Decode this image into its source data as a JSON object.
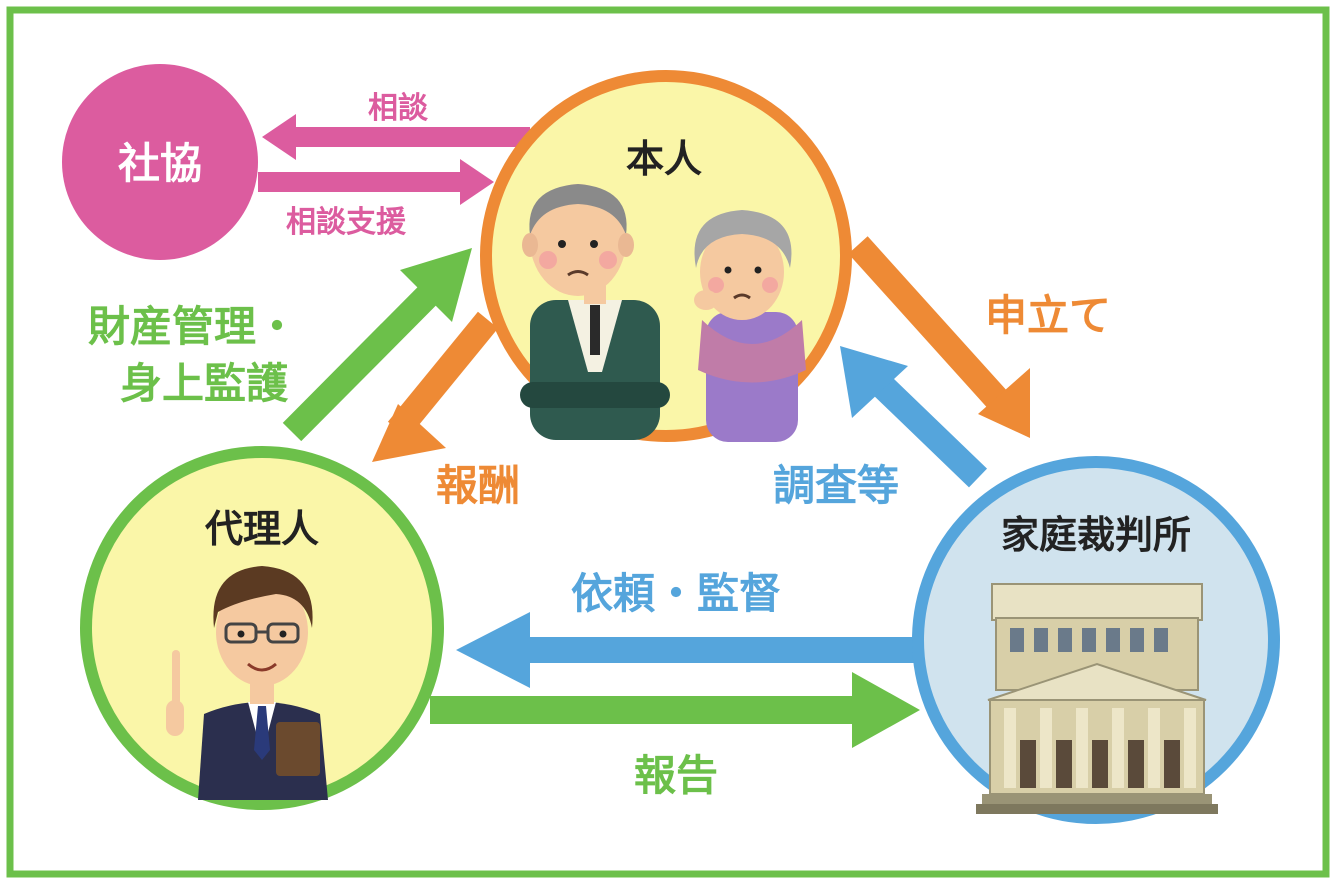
{
  "nodes": {
    "shakyo": "社協",
    "honnin": "本人",
    "dairinin": "代理人",
    "court": "家庭裁判所"
  },
  "edges": {
    "soudan": "相談",
    "soudan_shien": "相談支援",
    "zaisan_line1": "財産管理・",
    "zaisan_line2": "身上監護",
    "moushitate": "申立て",
    "houshu": "報酬",
    "chousa": "調査等",
    "irai": "依頼・監督",
    "houkoku": "報告"
  },
  "colors": {
    "frame": "#6cc04a",
    "pink": "#dc5c9f",
    "orange": "#ee8a35",
    "green": "#6cc04a",
    "blue": "#55a5dc",
    "yellow_fill": "#faf6a8",
    "court_fill": "#d0e3ee"
  }
}
